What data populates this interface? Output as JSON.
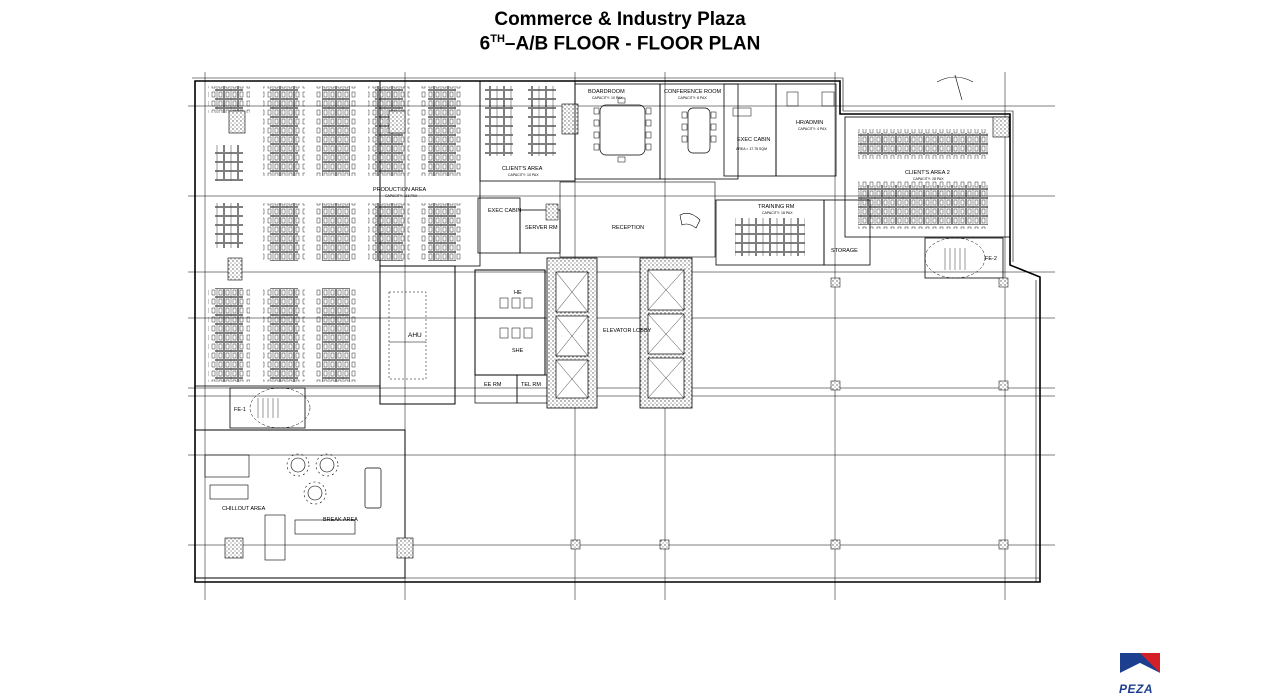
{
  "title": {
    "line1": "Commerce & Industry Plaza",
    "line2_ordinal": "6",
    "line2_sup": "TH",
    "line2_rest": "–A/B FLOOR - FLOOR PLAN"
  },
  "rooms": {
    "production_area": "PRODUCTION AREA",
    "clients_area": "CLIENT'S AREA",
    "boardroom": "BOARDROOM",
    "conference_room": "CONFERENCE ROOM",
    "exec_cabin": "EXEC CABIN",
    "hr_admin": "HR/ADMIN",
    "clients_area_2": "CLIENT'S AREA 2",
    "server_rm": "SERVER RM",
    "reception": "RECEPTION",
    "exec_cabin_2": "EXEC CABIN",
    "training_rm": "TRAINING RM",
    "storage": "STORAGE",
    "ahu": "AHU",
    "he": "HE",
    "she": "SHE",
    "ee_rm": "EE RM",
    "tel_rm": "TEL RM",
    "elevator_lobby": "ELEVATOR LOBBY",
    "chillout_area": "CHILLOUT AREA",
    "break_area": "BREAK AREA",
    "fe_1": "FE-1",
    "fe_2": "FE-2"
  },
  "brand": {
    "logo_text": "PEZA",
    "color_red": "#d62027",
    "color_blue": "#1d3f8f"
  }
}
